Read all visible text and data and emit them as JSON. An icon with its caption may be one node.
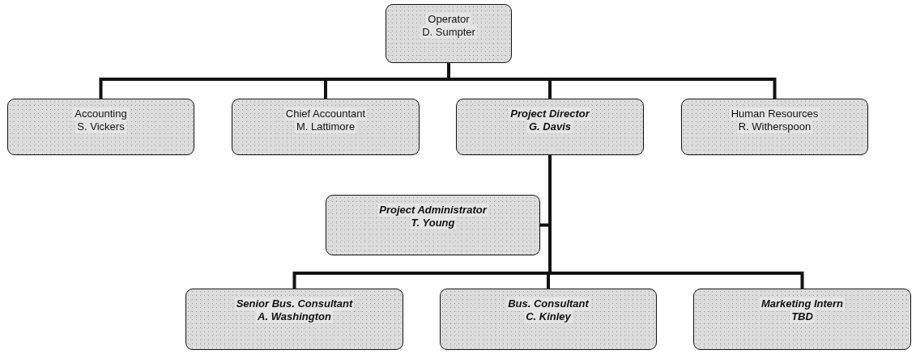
{
  "diagram": {
    "nodes": [
      {
        "text": [
          "Operator",
          "D. Sumpter"
        ]
      },
      {
        "text": [
          "Accounting",
          "S. Vickers"
        ]
      },
      {
        "text": [
          "Chief Accountant",
          "M. Lattimore"
        ]
      },
      {
        "text": [
          "Project Director",
          "G. Davis"
        ]
      },
      {
        "text": [
          "Human Resources",
          "R. Witherspoon"
        ]
      },
      {
        "text": [
          "Project Administrator",
          "T. Young"
        ]
      },
      {
        "text": [
          "Senior Bus. Consultant",
          "A. Washington"
        ]
      },
      {
        "text": [
          "Bus. Consultant",
          "C. Kinley"
        ]
      },
      {
        "text": [
          "Marketing Intern",
          "TBD"
        ]
      }
    ],
    "edges": [
      {
        "from": 0,
        "to": 1,
        "arrow": "none"
      },
      {
        "from": 0,
        "to": 2,
        "arrow": "none"
      },
      {
        "from": 0,
        "to": 3,
        "arrow": "none"
      },
      {
        "from": 0,
        "to": 4,
        "arrow": "none"
      },
      {
        "from": 3,
        "to": 5,
        "arrow": "none"
      },
      {
        "from": 3,
        "to": 6,
        "arrow": "none"
      },
      {
        "from": 3,
        "to": 7,
        "arrow": "none"
      },
      {
        "from": 3,
        "to": 8,
        "arrow": "none"
      }
    ]
  }
}
